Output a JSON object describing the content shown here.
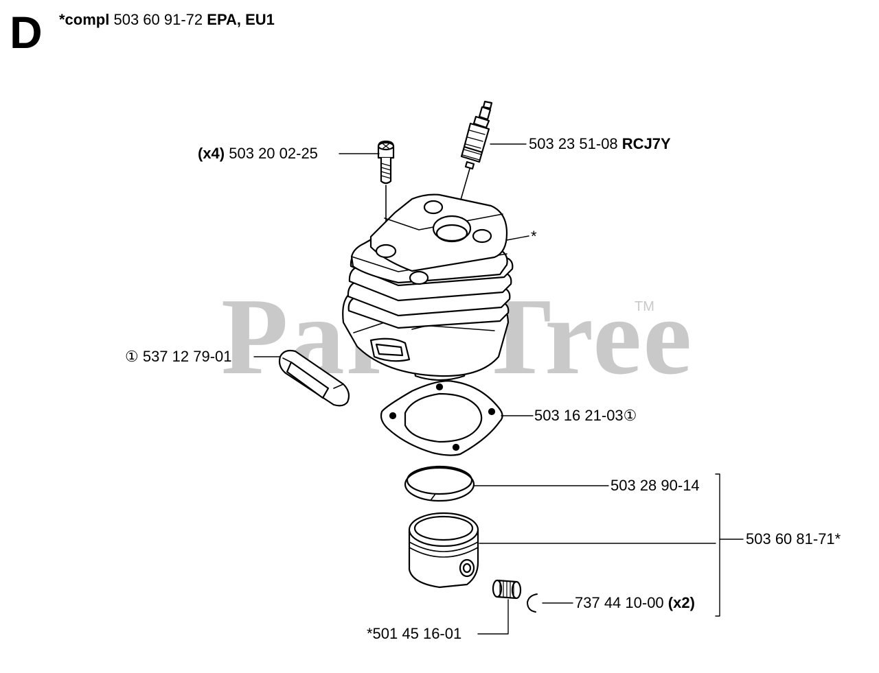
{
  "header": {
    "letter": "D",
    "compl": "*compl",
    "number": "503 60 91-72",
    "variants": "EPA, EU1"
  },
  "watermark": {
    "text": "PartsTree",
    "tm": "TM"
  },
  "labels": {
    "screw_qty": "(x4)",
    "screw_part": "503 20 02-25",
    "plug_part": "503 23 51-08",
    "plug_type": "RCJ7Y",
    "cylinder_mark": "*",
    "intake_gasket": "① 537 12 79-01",
    "base_gasket": "503 16 21-03①",
    "piston_ring": "503 28 90-14",
    "piston_kit": "503 60 81-71*",
    "circlip_part": "737 44 10-00",
    "circlip_qty": "(x2)",
    "bearing_part": "*501 45 16-01"
  }
}
